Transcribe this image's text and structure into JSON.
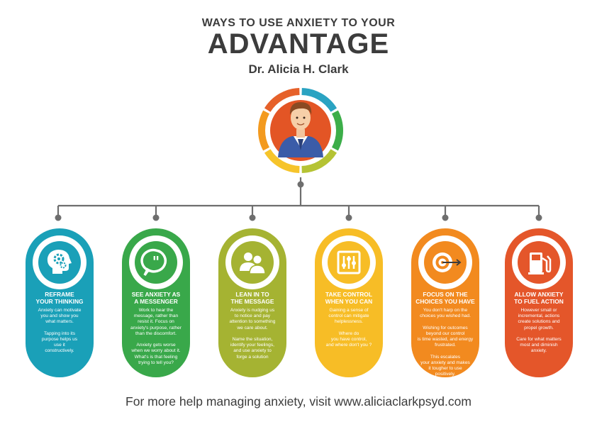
{
  "header": {
    "kicker": "WAYS TO USE ANXIETY TO YOUR",
    "title": "ADVANTAGE",
    "author": "Dr. Alicia H. Clark"
  },
  "center": {
    "icon": "person-avatar",
    "ring_colors": [
      "#2aa3c2",
      "#3cae49",
      "#b5c334",
      "#f6c42b",
      "#f39a1f",
      "#e6612a"
    ]
  },
  "cards": [
    {
      "icon": "head-gears-icon",
      "color": "#1aa0b8",
      "title": "REFRAME\nYOUR THINKING",
      "body": "Anxiety can motivate\nyou and show you\nwhat matters.\n\nTapping into its\npurpose helps us\nuse it\nconstructively."
    },
    {
      "icon": "speech-bubble-icon",
      "color": "#39a84a",
      "title": "SEE ANXIETY AS\nA MESSENGER",
      "body": "Work to hear the\nmessage, rather than\nresist it. Focus on\nanxiety's purpose, rather\nthan the discomfort.\n\nAnxiety gets worse\nwhen we worry about it.\nWhat's is that feeling\ntrying to tell you?"
    },
    {
      "icon": "people-icon",
      "color": "#a5b332",
      "title": "LEAN IN TO\nTHE MESSAGE",
      "body": "Anxiety is nudging us\nto notice and pay\nattention to something\nwe care about.\n\nName the situation,\nidentify your feelings,\nand use anxiety to\nforge a solution"
    },
    {
      "icon": "circuit-control-icon",
      "color": "#f7bd26",
      "title": "TAKE CONTROL\nWHEN YOU CAN",
      "body": "Gaining a sense of\ncontrol can mitigate\nhelplessness.\n\nWhere do\nyou have control,\nand where don't you ?"
    },
    {
      "icon": "target-arrow-icon",
      "color": "#f28a1f",
      "title": "FOCUS ON THE\nCHOICES YOU HAVE",
      "body": "You don't harp on the\nchoices you wished had.\n\nWishing for outcomes\nbeyond our control\nis time wasted, and energy\nfrustrated.\n\nThis escalates\nyour anxiety and makes\nit tougher to use\npositively."
    },
    {
      "icon": "fuel-pump-icon",
      "color": "#e4562a",
      "title": "ALLOW ANXIETY\nTO FUEL ACTION",
      "body": "However small or\nincremental, actions\ncreate solutions and\npropel growth.\n\nCare for what matters\nmost and diminish\nanxiety."
    }
  ],
  "footer": {
    "text": "For more help managing anxiety, visit www.aliciaclarkpsyd.com"
  }
}
